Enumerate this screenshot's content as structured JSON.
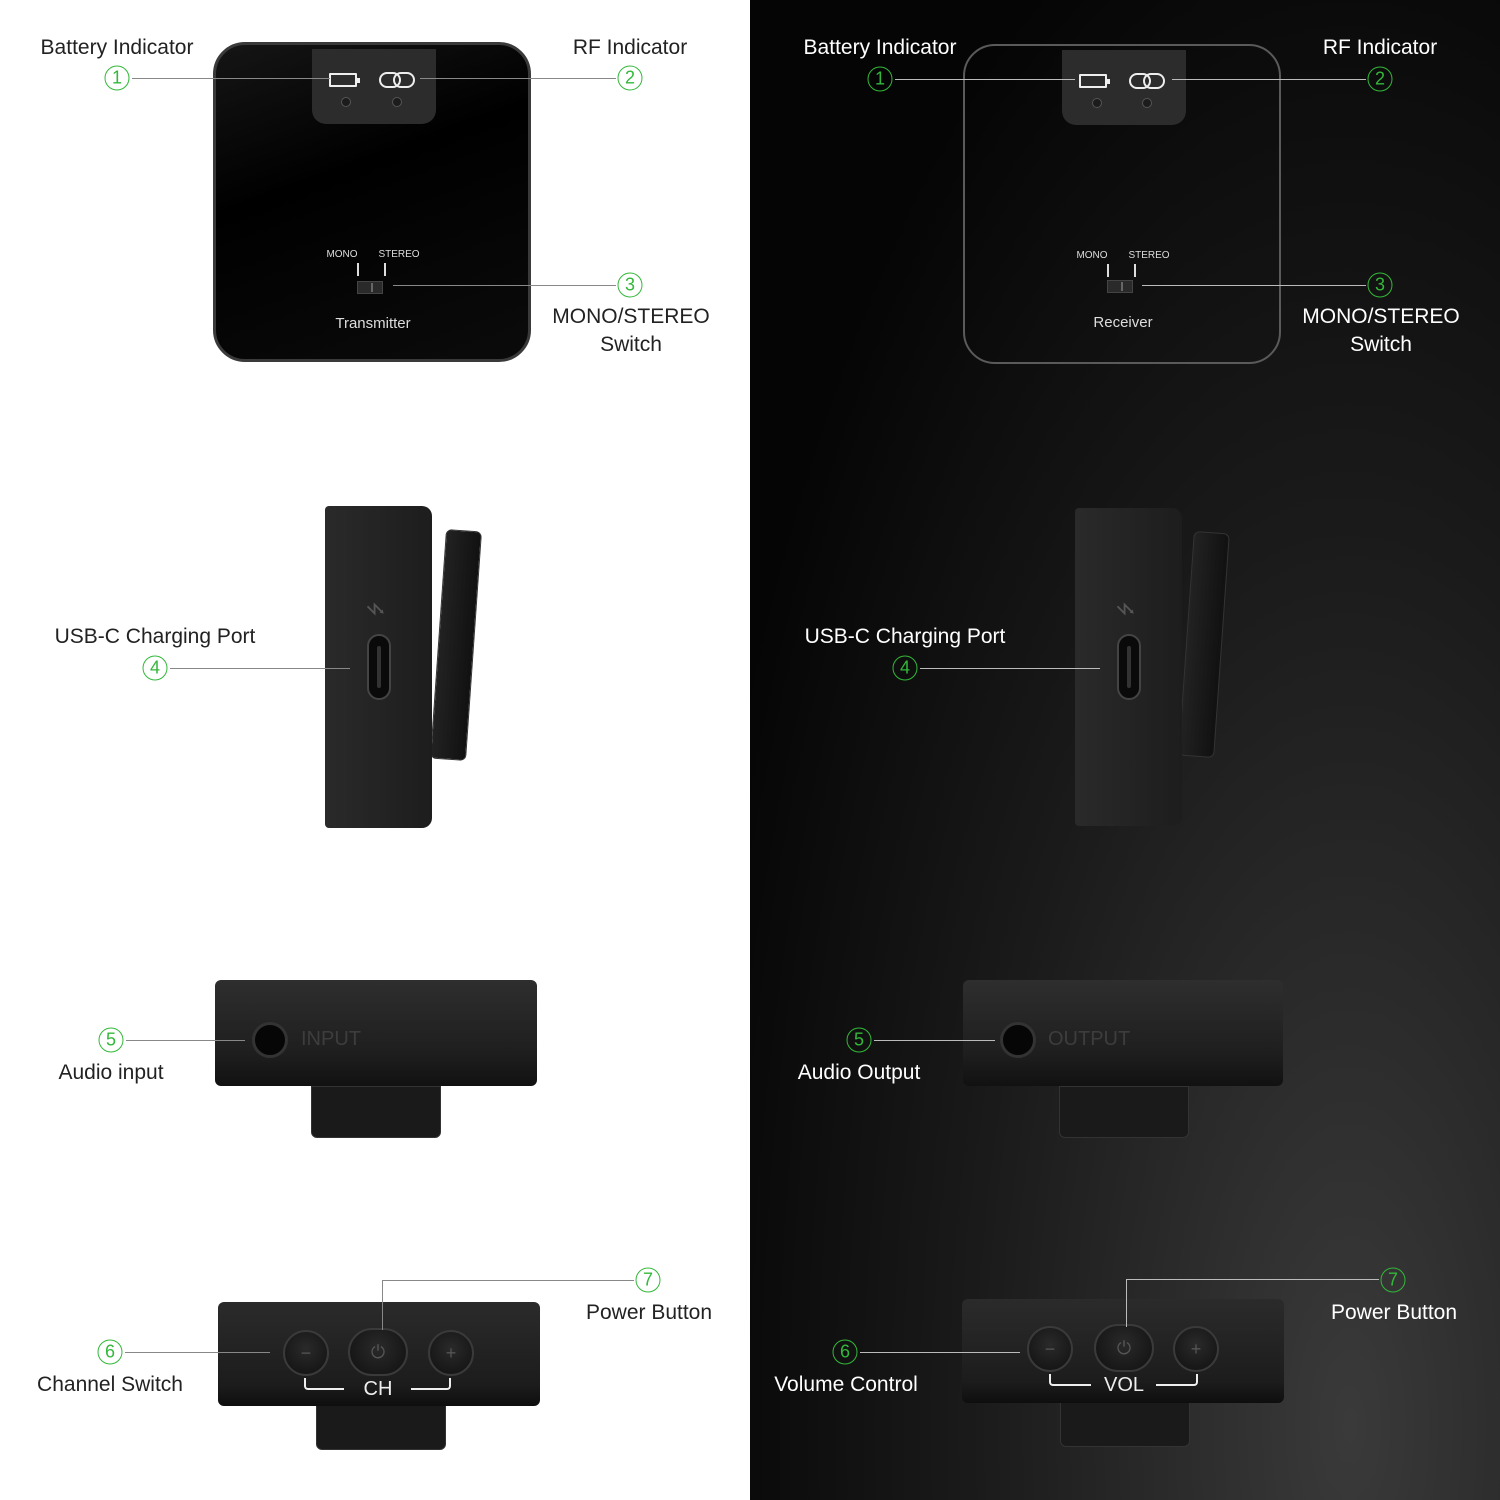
{
  "accent_color": "#33b83a",
  "transmitter": {
    "name": "Transmitter",
    "switch_labels": {
      "mono": "MONO",
      "stereo": "STEREO"
    },
    "callouts": [
      {
        "num": "1",
        "label": "Battery Indicator"
      },
      {
        "num": "2",
        "label": "RF Indicator"
      },
      {
        "num": "3",
        "label": "MONO/STEREO",
        "label2": "Switch"
      },
      {
        "num": "4",
        "label": "USB-C Charging Port"
      },
      {
        "num": "5",
        "label": "Audio input"
      },
      {
        "num": "6",
        "label": "Channel Switch"
      },
      {
        "num": "7",
        "label": "Power Button"
      }
    ],
    "port_engraving": "INPUT",
    "bottom_label": "CH",
    "buttons": {
      "minus": "−",
      "power": "⏻",
      "plus": "+"
    }
  },
  "receiver": {
    "name": "Receiver",
    "switch_labels": {
      "mono": "MONO",
      "stereo": "STEREO"
    },
    "callouts": [
      {
        "num": "1",
        "label": "Battery Indicator"
      },
      {
        "num": "2",
        "label": "RF Indicator"
      },
      {
        "num": "3",
        "label": "MONO/STEREO",
        "label2": "Switch"
      },
      {
        "num": "4",
        "label": "USB-C Charging Port"
      },
      {
        "num": "5",
        "label": "Audio Output"
      },
      {
        "num": "6",
        "label": "Volume Control"
      },
      {
        "num": "7",
        "label": "Power Button"
      }
    ],
    "port_engraving": "OUTPUT",
    "bottom_label": "VOL",
    "buttons": {
      "minus": "−",
      "power": "⏻",
      "plus": "+"
    }
  },
  "usb_symbol": "⭍"
}
